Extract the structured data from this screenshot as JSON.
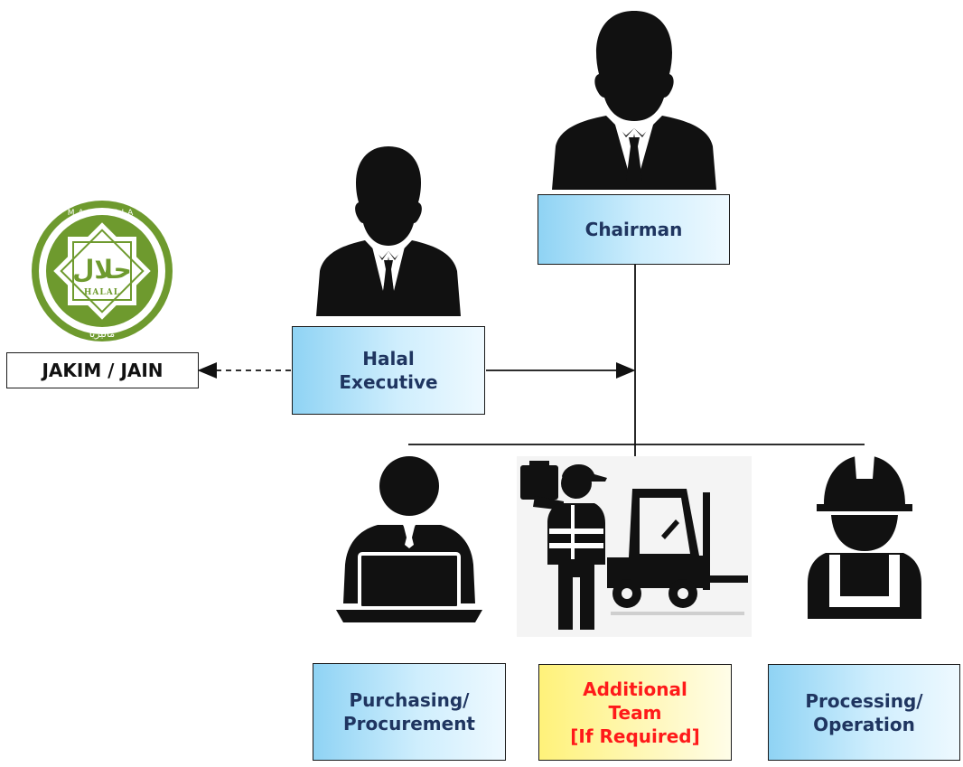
{
  "diagram": {
    "chairman": {
      "label": "Chairman"
    },
    "halal_executive": {
      "label_line1": "Halal",
      "label_line2": "Executive"
    },
    "external_body": {
      "label": "JAKIM / JAIN"
    },
    "teams": [
      {
        "line1": "Purchasing/",
        "line2": "Procurement"
      },
      {
        "line1": "Additional",
        "line2": "Team",
        "line3": "[If Required]"
      },
      {
        "line1": "Processing/",
        "line2": "Operation"
      }
    ],
    "logo": {
      "ring_text": "MALAYSIA",
      "center_script": "حلال",
      "center_text": "HALAL",
      "bottom_script": "ماليزيا"
    }
  },
  "colors": {
    "box_blue": "#8fd3f4",
    "box_yellow": "#fff27a",
    "label_navy": "#1f3560",
    "label_red": "#ff1a1a",
    "logo_green": "#6e9a2e"
  },
  "icons": [
    "businessman-icon",
    "businessman-icon",
    "halal-logo-icon",
    "office-worker-laptop-icon",
    "forklift-worker-icon",
    "construction-worker-icon"
  ]
}
